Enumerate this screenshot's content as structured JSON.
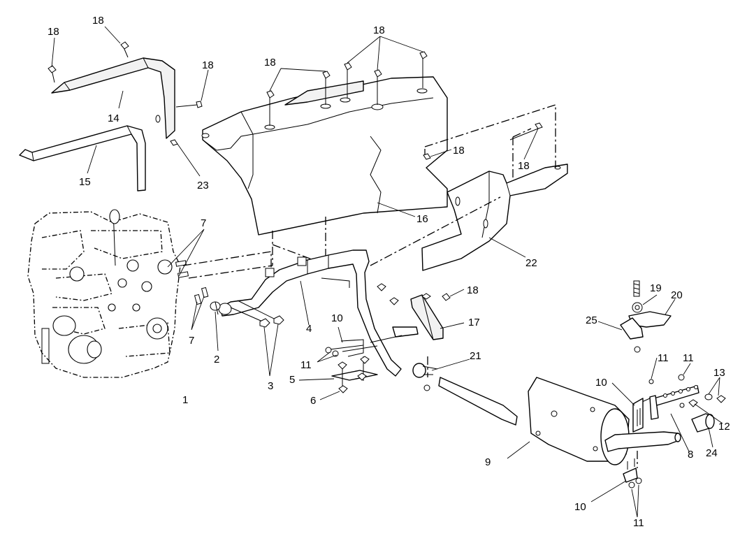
{
  "callouts": {
    "c1": "1",
    "c2": "2",
    "c3": "3",
    "c4": "4",
    "c5": "5",
    "c6": "6",
    "c7a": "7",
    "c7b": "7",
    "c8": "8",
    "c9": "9",
    "c10a": "10",
    "c10b": "10",
    "c10c": "10",
    "c11a": "11",
    "c11b": "11",
    "c11c": "11",
    "c11d": "11",
    "c12": "12",
    "c13": "13",
    "c14": "14",
    "c15": "15",
    "c16": "16",
    "c17": "17",
    "c18a": "18",
    "c18b": "18",
    "c18c": "18",
    "c18d": "18",
    "c18e": "18",
    "c18f": "18",
    "c18g": "18",
    "c18h": "18",
    "c19": "19",
    "c20": "20",
    "c21": "21",
    "c22": "22",
    "c23": "23",
    "c24": "24",
    "c25": "25"
  }
}
